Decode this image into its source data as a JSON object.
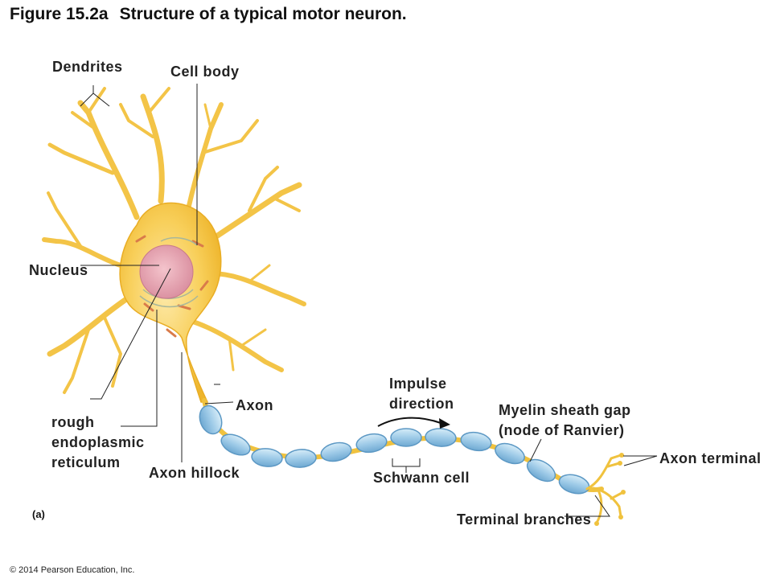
{
  "title": {
    "figure": "Figure 15.2a",
    "text": "Structure of a typical motor neuron."
  },
  "labels": {
    "dendrites": "Dendrites",
    "cell_body": "Cell body",
    "nucleus": "Nucleus",
    "rough_er_line1": "rough",
    "rough_er_line2": "endoplasmic",
    "rough_er_line3": "reticulum",
    "axon_hillock": "Axon hillock",
    "axon": "Axon",
    "impulse_line1": "Impulse",
    "impulse_line2": "direction",
    "schwann_cell": "Schwann cell",
    "myelin_line1": "Myelin sheath gap",
    "myelin_line2": "(node of Ranvier)",
    "axon_terminal": "Axon terminal",
    "terminal_branches": "Terminal branches"
  },
  "panel_label": "(a)",
  "copyright": "© 2014 Pearson Education, Inc.",
  "colors": {
    "neuron_fill": "#f7c84a",
    "neuron_light": "#fde9a8",
    "nucleus": "#e7a7b4",
    "myelin": "#a9d1ea",
    "myelin_edge": "#5c98c4",
    "leader_line": "#222222"
  }
}
